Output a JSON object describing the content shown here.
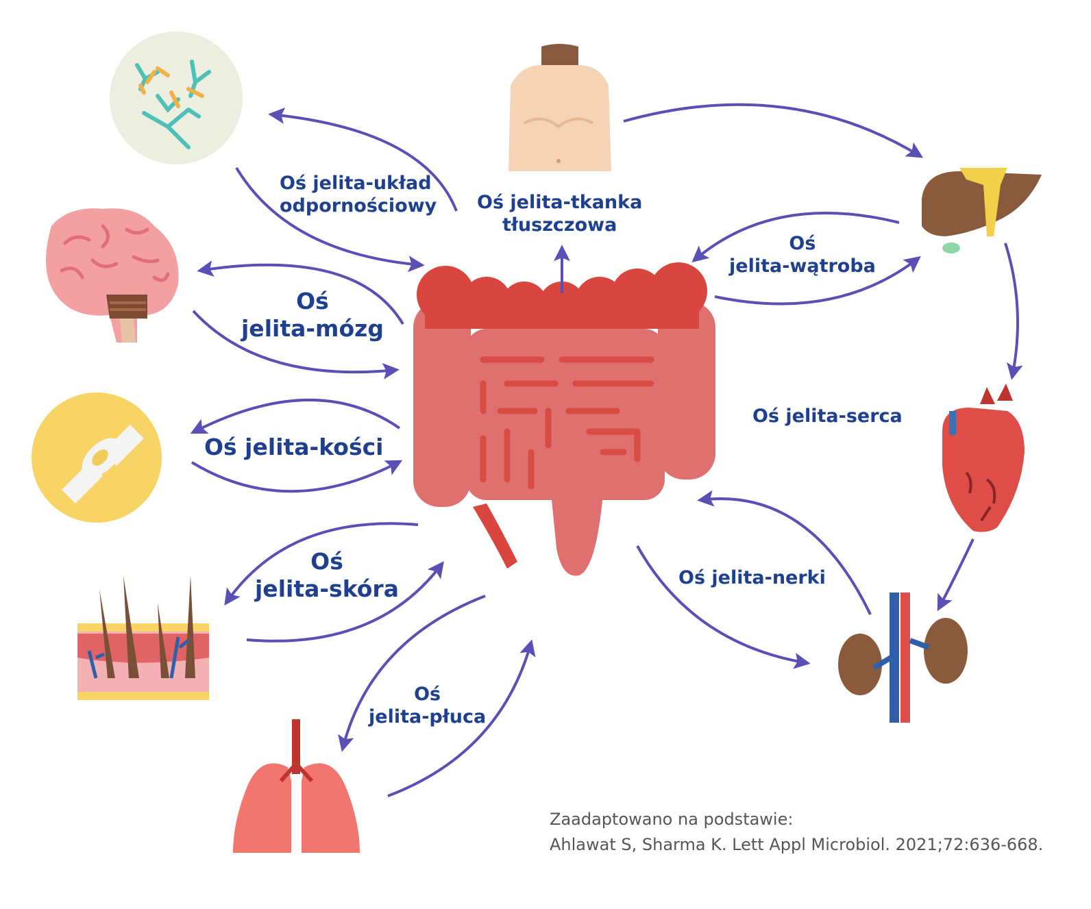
{
  "colors": {
    "arrow": "#5a4fb5",
    "label_text": "#1f3f8f",
    "colon": "#e06f6f",
    "colon_dark": "#d8463f",
    "credit_text": "#555555"
  },
  "organs": [
    {
      "id": "gut",
      "icon": "intestine-icon"
    },
    {
      "id": "immune",
      "icon": "antibodies-icon"
    },
    {
      "id": "adipose",
      "icon": "torso-icon"
    },
    {
      "id": "liver",
      "icon": "liver-icon"
    },
    {
      "id": "brain",
      "icon": "brain-icon"
    },
    {
      "id": "bone",
      "icon": "bone-joint-icon"
    },
    {
      "id": "heart",
      "icon": "heart-icon"
    },
    {
      "id": "skin",
      "icon": "skin-icon"
    },
    {
      "id": "kidney",
      "icon": "kidneys-icon"
    },
    {
      "id": "lungs",
      "icon": "lungs-icon"
    }
  ],
  "axes": {
    "immune": {
      "line1": "Oś jelita-układ",
      "line2": "odpornościowy"
    },
    "adipose": {
      "line1": "Oś jelita-tkanka",
      "line2": "tłuszczowa"
    },
    "liver": {
      "line1": "Oś",
      "line2": "jelita-wątroba"
    },
    "brain": {
      "line1": "Oś",
      "line2": "jelita-mózg"
    },
    "bone": {
      "line1": "Oś jelita-kości"
    },
    "heart": {
      "line1": "Oś jelita-serca"
    },
    "skin": {
      "line1": "Oś",
      "line2": "jelita-skóra"
    },
    "kidney": {
      "line1": "Oś jelita-nerki"
    },
    "lungs": {
      "line1": "Oś",
      "line2": "jelita-płuca"
    }
  },
  "credit": {
    "line1": "Zaadaptowano na podstawie:",
    "line2": "Ahlawat S, Sharma K. Lett Appl Microbiol. 2021;72:636-668."
  }
}
